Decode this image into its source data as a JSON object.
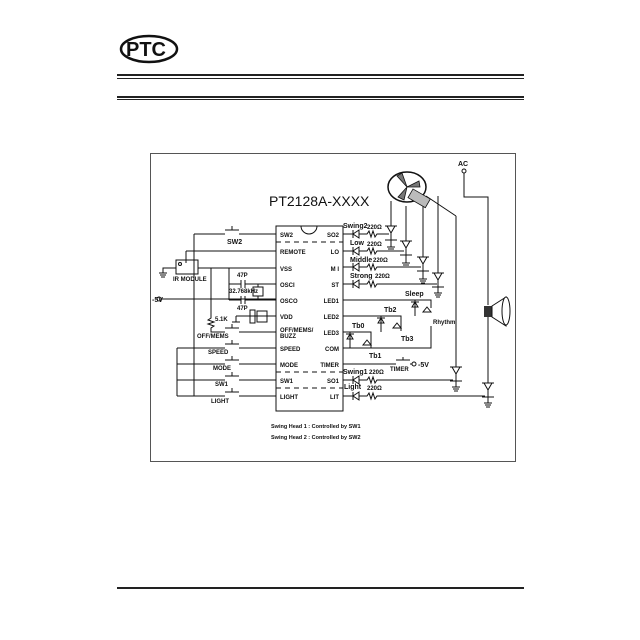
{
  "header": {
    "logo_text": "PTC"
  },
  "diagram": {
    "chip_title": "PT2128A-XXXX",
    "left_pins": [
      "SW2",
      "REMOTE",
      "VSS",
      "OSCI",
      "OSCO",
      "VDD",
      "OFF/MEMS/",
      "BUZZ",
      "SPEED",
      "MODE",
      "SW1",
      "LIGHT"
    ],
    "right_pins": [
      "SO2",
      "LO",
      "M I",
      "ST",
      "LED1",
      "LED2",
      "LED3",
      "COM",
      "TIMER",
      "SO1",
      "LIT"
    ],
    "left_labels": {
      "sw2": "SW2",
      "ir_module": "IR MODULE",
      "neg5v": "-5V",
      "cap1": "47P",
      "cap2": "47P",
      "crystal": "32.768kHz",
      "resistor": "5.1K",
      "off_mems": "OFF/MEMS",
      "speed": "SPEED",
      "mode": "MODE",
      "sw1": "SW1",
      "light": "LIGHT"
    },
    "right_labels": {
      "swing2": "Swing2",
      "low": "Low",
      "middle": "Middle",
      "strong": "Strong",
      "swing1": "Swing1",
      "light": "Light",
      "r220": "220Ω",
      "sleep": "Sleep",
      "rhythm": "Rhythm",
      "tb0": "Tb0",
      "tb1": "Tb1",
      "tb2": "Tb2",
      "tb3": "Tb3",
      "timer": "TIMER",
      "neg5v": "-5V",
      "ac": "AC"
    },
    "notes": [
      "Swing Head 1 : Controlled by SW1",
      "Swing Head 2 : Controlled by SW2"
    ]
  }
}
